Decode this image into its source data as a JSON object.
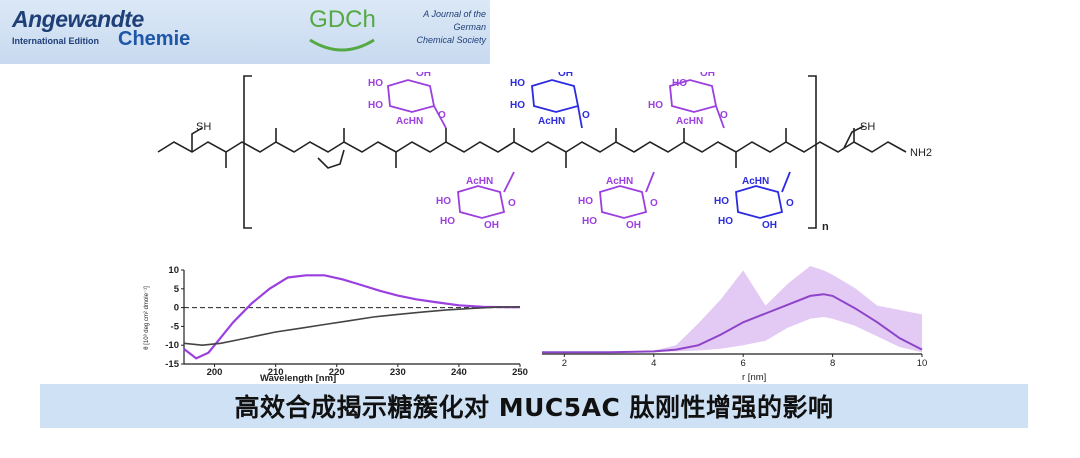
{
  "header": {
    "brand_line1": "Angewandte",
    "brand_line2": "International Edition",
    "brand_line3": "Chemie",
    "society_logo": "GDCh",
    "society_lines": [
      "A Journal of the",
      "German",
      "Chemical Society"
    ]
  },
  "scheme": {
    "sugar_labels": [
      "HO",
      "OH",
      "AcHN",
      "O"
    ],
    "end_groups": [
      "SH",
      "NH2"
    ],
    "repeat_label": "n",
    "colors": {
      "violet": "#9b3fe0",
      "blue": "#2c2be0",
      "black": "#222222"
    }
  },
  "chart_data": [
    {
      "type": "line",
      "xlabel": "Wavelength [nm]",
      "ylabel": "θ [10³ deg cm² dmole⁻¹]",
      "xlim": [
        195,
        250
      ],
      "ylim": [
        -15,
        10
      ],
      "xticks": [
        "200",
        "210",
        "220",
        "230",
        "240",
        "250"
      ],
      "yticks": [
        "10",
        "5",
        "0",
        "-5",
        "-10",
        "-15"
      ],
      "series": [
        {
          "color": "#9b3fe0",
          "x": [
            195,
            197,
            199,
            201,
            203,
            206,
            209,
            212,
            215,
            218,
            221,
            224,
            227,
            230,
            233,
            236,
            240,
            244,
            248,
            250
          ],
          "y": [
            -11,
            -13.5,
            -12,
            -8,
            -4,
            1,
            5,
            8,
            8.6,
            8.6,
            7.5,
            6,
            4.5,
            3.2,
            2.2,
            1.5,
            0.6,
            0.2,
            0.1,
            0.1
          ]
        },
        {
          "color": "#444444",
          "x": [
            195,
            198,
            201,
            204,
            207,
            210,
            214,
            218,
            222,
            226,
            230,
            234,
            238,
            242,
            246,
            250
          ],
          "y": [
            -9.5,
            -10,
            -9.5,
            -8.5,
            -7.5,
            -6.5,
            -5.5,
            -4.5,
            -3.5,
            -2.5,
            -1.8,
            -1.2,
            -0.6,
            -0.2,
            0.1,
            0.2
          ]
        }
      ],
      "reference_line": 0
    },
    {
      "type": "area",
      "xlabel": "r [nm]",
      "xlim": [
        1.5,
        10
      ],
      "xticks": [
        "2",
        "4",
        "6",
        "8",
        "10"
      ],
      "series": [
        {
          "color": "#8e44c9",
          "x": [
            1.5,
            2,
            3,
            4,
            4.5,
            5,
            5.5,
            6,
            6.5,
            7,
            7.5,
            7.8,
            8,
            8.5,
            9,
            9.5,
            10
          ],
          "y": [
            0.02,
            0.02,
            0.02,
            0.03,
            0.05,
            0.1,
            0.22,
            0.36,
            0.46,
            0.56,
            0.66,
            0.68,
            0.66,
            0.52,
            0.36,
            0.18,
            0.05
          ],
          "band_upper": [
            0.02,
            0.02,
            0.02,
            0.04,
            0.1,
            0.35,
            0.62,
            0.95,
            0.55,
            0.8,
            1.0,
            0.95,
            0.9,
            0.75,
            0.55,
            0.5,
            0.45
          ],
          "band_lower": [
            0.02,
            0.02,
            0.02,
            0.02,
            0.03,
            0.04,
            0.06,
            0.1,
            0.15,
            0.3,
            0.4,
            0.42,
            0.4,
            0.32,
            0.2,
            0.08,
            0.02
          ]
        }
      ]
    }
  ],
  "caption": "高效合成揭示糖簇化对 MUC5AC 肽刚性增强的影响"
}
